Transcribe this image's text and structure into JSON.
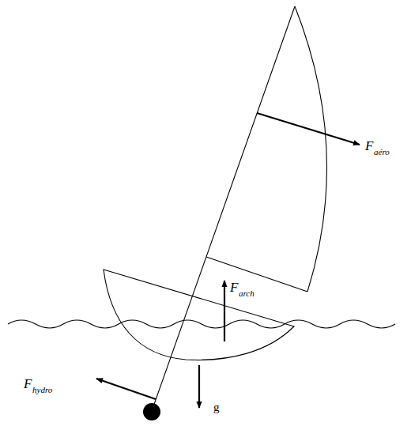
{
  "diagram": {
    "labels": [
      "F",
      "aéro",
      "F",
      "arch",
      "F",
      "hydro",
      "g"
    ]
  }
}
